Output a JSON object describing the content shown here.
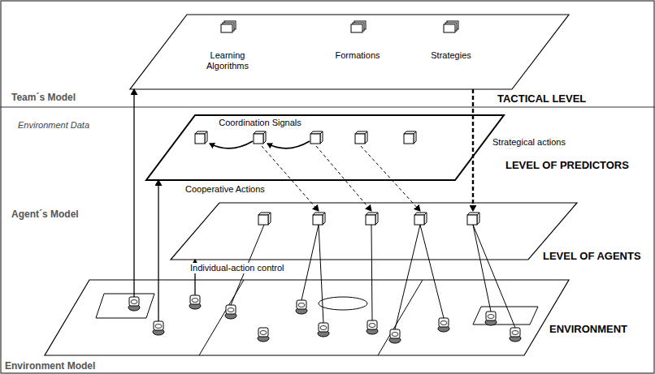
{
  "diagram": {
    "nodes": [
      {
        "text": [
          "Learning Algorithms",
          "Formations",
          "Strategies",
          "TACTICAL LEVEL"
        ]
      },
      {
        "text": [
          "Coordination Signals",
          "LEVEL OF PREDICTORS"
        ]
      },
      {
        "text": [
          "LEVEL OF AGENTS"
        ]
      },
      {
        "text": [
          "ENVIRONMENT"
        ]
      }
    ],
    "edges": [
      {
        "from": 0,
        "to": 2,
        "label": "Strategical actions",
        "arrow": "to"
      },
      {
        "from": 1,
        "to": 2,
        "label": "Cooperative Actions",
        "arrow": "to"
      },
      {
        "from": 2,
        "to": 3,
        "label": "Individual-action control",
        "arrow": "none"
      },
      {
        "from": 3,
        "to": 0,
        "arrow": "to"
      },
      {
        "from": 3,
        "to": 1,
        "arrow": "to"
      },
      {
        "from": 3,
        "to": 2,
        "arrow": "to"
      }
    ],
    "labels": [
      "Team´s Model",
      "Environment Data",
      "Agent´s Model",
      "Environment Model"
    ]
  }
}
